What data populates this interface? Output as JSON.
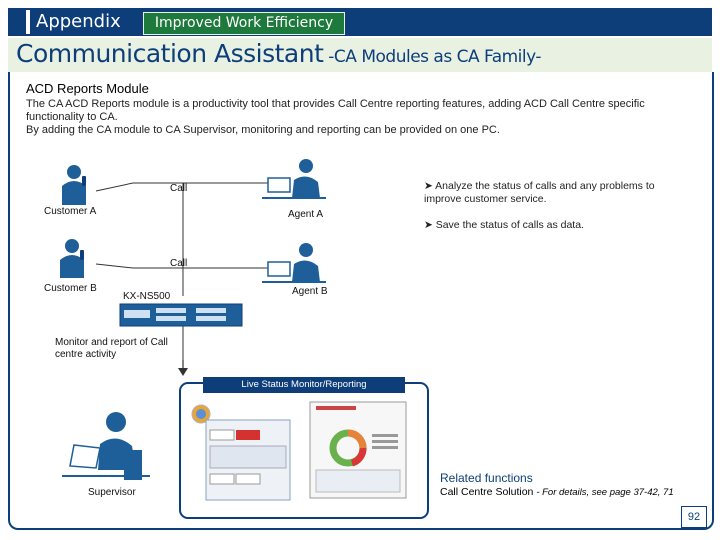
{
  "header": {
    "section": "Appendix",
    "tag": "Improved Work Efficiency"
  },
  "title": {
    "main": "Communication Assistant",
    "sub": " -CA Modules as CA Family-"
  },
  "module": {
    "title": "ACD Reports Module",
    "description": [
      "The CA ACD Reports module is a productivity tool that provides Call Centre reporting features, adding ACD Call Centre specific functionality to CA.",
      "By adding the CA module to CA Supervisor, monitoring and reporting can be provided on one PC."
    ]
  },
  "diagram": {
    "customer_a": "Customer A",
    "customer_b": "Customer B",
    "agent_a": "Agent A",
    "agent_b": "Agent B",
    "call_a": "Call",
    "call_b": "Call",
    "pbx": "KX-NS500",
    "monitor_note": "Monitor and report of Call centre activity",
    "live_label": "Live Status Monitor/Reporting",
    "supervisor": "Supervisor",
    "bullets": [
      "Analyze the status of calls and any problems to improve customer service.",
      "Save the status of calls as data."
    ]
  },
  "related": {
    "title": "Related functions",
    "item": "Call Centre Solution",
    "note": "- For details, see page 37-42, 71"
  },
  "page_number": "92",
  "colors": {
    "navy": "#0e3e7a",
    "green": "#1e7a3c",
    "band": "#e9f2e2",
    "figure": "#1f5f99"
  }
}
